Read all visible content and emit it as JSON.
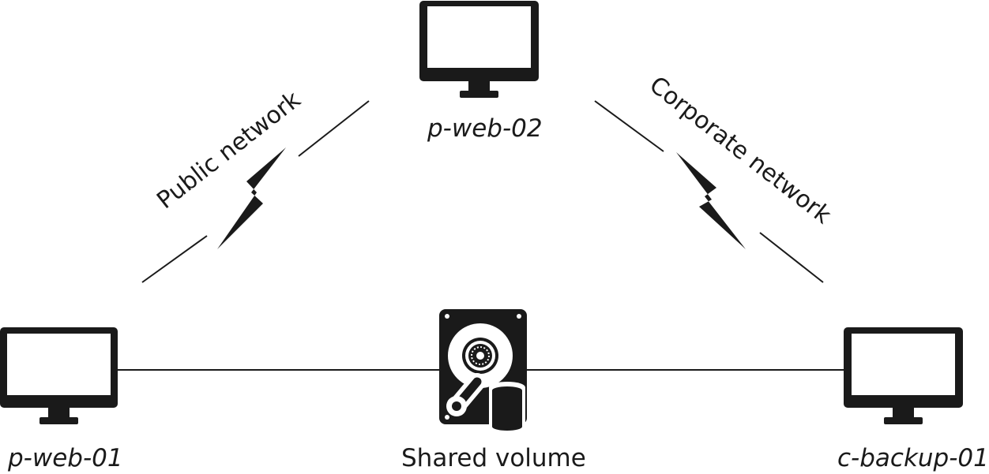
{
  "nodes": {
    "web01": {
      "label": "p-web-01",
      "icon": "monitor-icon"
    },
    "web02": {
      "label": "p-web-02",
      "icon": "monitor-icon"
    },
    "backup": {
      "label": "c-backup-01",
      "icon": "monitor-icon"
    },
    "volume": {
      "label": "Shared volume",
      "icon": "hard-drive-icon"
    }
  },
  "networks": {
    "public": {
      "label": "Public network",
      "icon": "lightning-bolt-icon"
    },
    "corporate": {
      "label": "Corporate network",
      "icon": "lightning-bolt-icon"
    }
  },
  "colors": {
    "ink": "#1a1a1a",
    "screen": "#ffffff"
  }
}
